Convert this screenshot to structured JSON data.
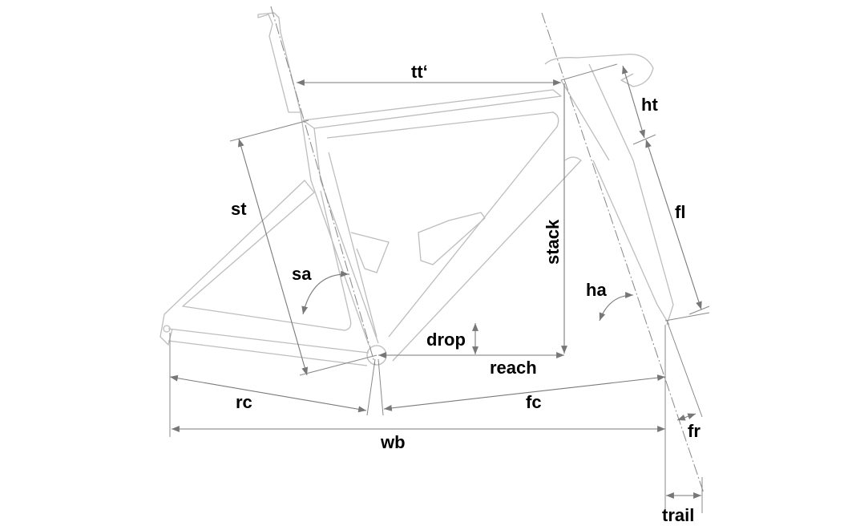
{
  "labels": {
    "top_tube": "tt‘",
    "head_tube": "ht",
    "seat_tube": "st",
    "fork_length": "fl",
    "stack": "stack",
    "seat_angle": "sa",
    "head_angle": "ha",
    "bb_drop": "drop",
    "reach": "reach",
    "rear_center": "rc",
    "front_center": "fc",
    "wheelbase": "wb",
    "fork_rake": "fr",
    "trail": "trail"
  },
  "colors": {
    "frame": "#bdbdbd",
    "dimension": "#7a7a7a",
    "text": "#000000"
  }
}
